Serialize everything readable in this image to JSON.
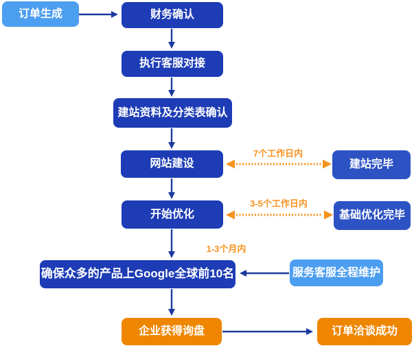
{
  "colors": {
    "bg": "#ffffff",
    "dark_blue": "#1d3cb5",
    "mid_blue": "#2d52c3",
    "light_blue": "#4c9ef0",
    "orange": "#ee8600",
    "arrow_navy": "#1c3a9e",
    "orange_accent": "#f6921e"
  },
  "nodes": [
    {
      "id": "order-created",
      "label": "订单生成",
      "style": "light"
    },
    {
      "id": "finance-confirm",
      "label": "财务确认",
      "style": "dark"
    },
    {
      "id": "service-handover",
      "label": "执行客服对接",
      "style": "dark"
    },
    {
      "id": "site-materials",
      "label": "建站资料及分类表确认",
      "style": "dark"
    },
    {
      "id": "site-build",
      "label": "网站建设",
      "style": "dark"
    },
    {
      "id": "site-build-done",
      "label": "建站完毕",
      "style": "mid"
    },
    {
      "id": "optimize-start",
      "label": "开始优化",
      "style": "dark"
    },
    {
      "id": "optimize-done",
      "label": "基础优化完毕",
      "style": "mid"
    },
    {
      "id": "google-top10",
      "label": "确保众多的产品上Google全球前10名",
      "style": "dark"
    },
    {
      "id": "full-maintenance",
      "label": "服务客服全程维护",
      "style": "light"
    },
    {
      "id": "inquiry",
      "label": "企业获得询盘",
      "style": "orange"
    },
    {
      "id": "deal-success",
      "label": "订单洽谈成功",
      "style": "orange"
    }
  ],
  "annotations": [
    {
      "text": "7个工作日内"
    },
    {
      "text": "3-5个工作日内"
    },
    {
      "text": "1-3个月内"
    }
  ],
  "edges": [
    {
      "from": "order-created",
      "to": "finance-confirm",
      "type": "solid"
    },
    {
      "from": "finance-confirm",
      "to": "service-handover",
      "type": "solid"
    },
    {
      "from": "service-handover",
      "to": "site-materials",
      "type": "solid"
    },
    {
      "from": "site-materials",
      "to": "site-build",
      "type": "solid"
    },
    {
      "from": "site-build",
      "to": "site-build-done",
      "type": "dotted-double",
      "label": "7个工作日内"
    },
    {
      "from": "site-build",
      "to": "optimize-start",
      "type": "solid"
    },
    {
      "from": "optimize-start",
      "to": "optimize-done",
      "type": "dotted-double",
      "label": "3-5个工作日内"
    },
    {
      "from": "optimize-start",
      "to": "google-top10",
      "type": "solid",
      "label": "1-3个月内"
    },
    {
      "from": "full-maintenance",
      "to": "google-top10",
      "type": "solid"
    },
    {
      "from": "google-top10",
      "to": "inquiry",
      "type": "solid"
    },
    {
      "from": "inquiry",
      "to": "deal-success",
      "type": "solid"
    }
  ]
}
